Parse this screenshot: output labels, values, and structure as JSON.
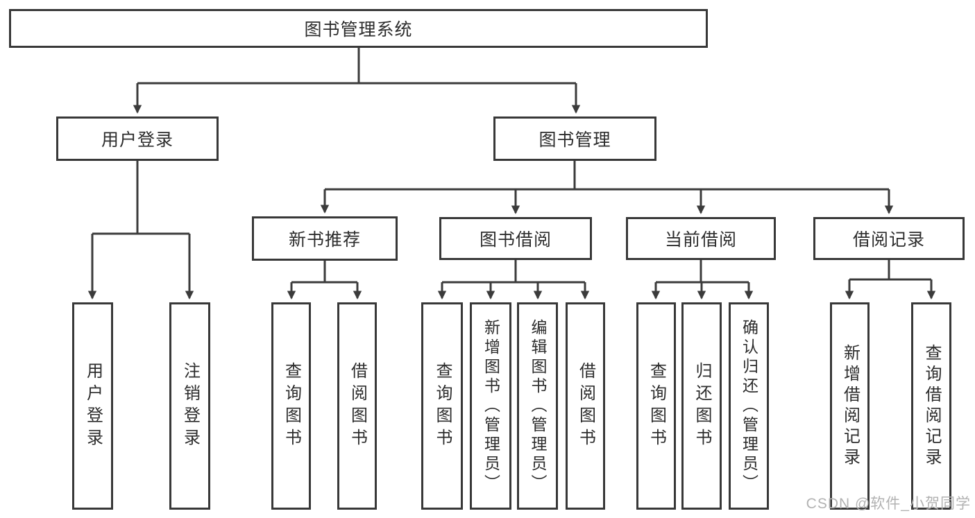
{
  "diagram": {
    "colors": {
      "line": "#3b3b3b",
      "box_border": "#383838",
      "text": "#2c2c2c",
      "background": "#ffffff",
      "watermark": "#b2b2b2"
    },
    "watermark": "CSDN @软件_小贺同学",
    "nodes": {
      "root": {
        "label": "图书管理系统"
      },
      "user_login_group": {
        "label": "用户登录"
      },
      "book_mgmt": {
        "label": "图书管理"
      },
      "new_book_rec": {
        "label": "新书推荐"
      },
      "book_borrow": {
        "label": "图书借阅"
      },
      "current_borrow": {
        "label": "当前借阅"
      },
      "borrow_records": {
        "label": "借阅记录"
      },
      "v_user_login": {
        "label": "用户登录"
      },
      "v_logout": {
        "label": "注销登录"
      },
      "v_query_book_1": {
        "label": "查询图书"
      },
      "v_borrow_book_1": {
        "label": "借阅图书"
      },
      "v_query_book_2": {
        "label": "查询图书"
      },
      "v_add_book": {
        "label": "新增图书（管理员）"
      },
      "v_edit_book": {
        "label": "编辑图书（管理员）"
      },
      "v_borrow_book_2": {
        "label": "借阅图书"
      },
      "v_query_book_3": {
        "label": "查询图书"
      },
      "v_return_book": {
        "label": "归还图书"
      },
      "v_confirm_return": {
        "label": "确认归还（管理员）"
      },
      "v_add_borrow_record": {
        "label": "新增借阅记录"
      },
      "v_query_borrow_record": {
        "label": "查询借阅记录"
      }
    }
  }
}
